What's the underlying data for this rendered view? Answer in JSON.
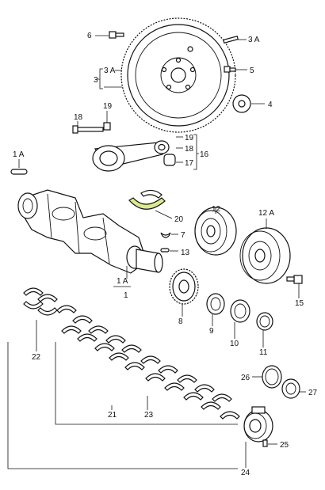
{
  "figure": {
    "highlight_color": "#d9ea8f",
    "labels": {
      "l1": "1",
      "l1a_top": "1 A",
      "l1a_bottom": "1 A",
      "l3": "3",
      "l3a_left": "3 A",
      "l3a_right": "3 A",
      "l4": "4",
      "l5": "5",
      "l6": "6",
      "l7": "7",
      "l8": "8",
      "l9": "9",
      "l10": "10",
      "l11": "11",
      "l12": "12",
      "l12a": "12 A",
      "l13": "13",
      "l15": "15",
      "l16": "16",
      "l17": "17",
      "l18_left": "18",
      "l18_right": "18",
      "l19_left": "19",
      "l19_right": "19",
      "l20": "20",
      "l21": "21",
      "l22": "22",
      "l23": "23",
      "l24": "24",
      "l25": "25",
      "l26": "26",
      "l27": "27"
    }
  }
}
